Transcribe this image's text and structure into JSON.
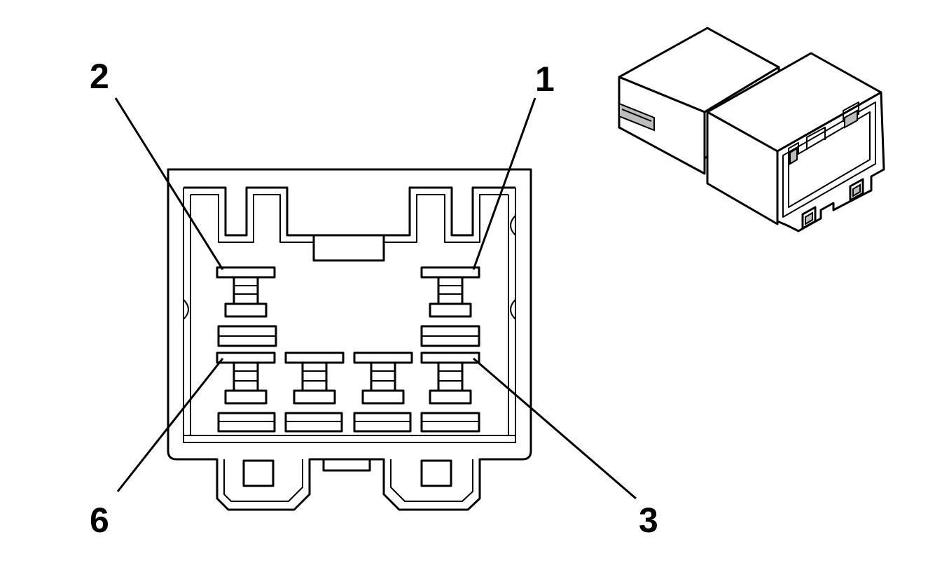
{
  "diagram": {
    "pin_labels": {
      "pin_1": "1",
      "pin_2": "2",
      "pin_3": "3",
      "pin_6": "6"
    }
  }
}
